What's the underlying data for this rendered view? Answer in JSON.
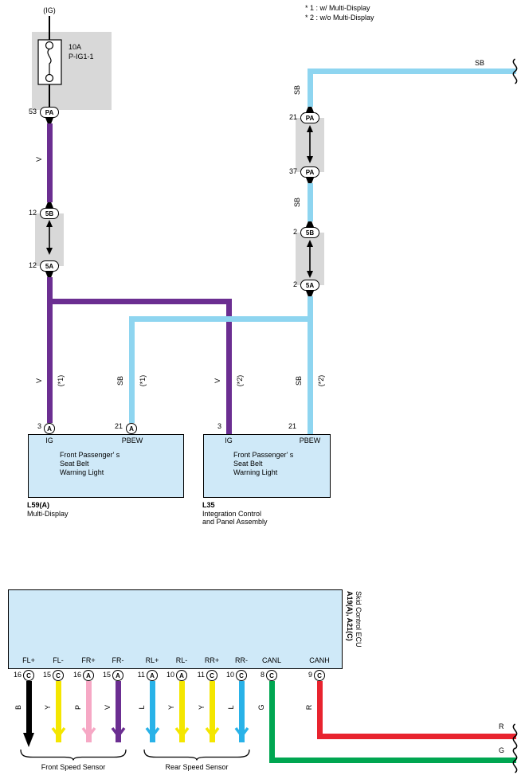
{
  "notes": {
    "note1": "* 1 : w/ Multi-Display",
    "note2": "* 2 : w/o Multi-Display"
  },
  "colors": {
    "purple": "#6b2e91",
    "sky_blue": "#8ed5f0",
    "blue": "#29b2e8",
    "yellow": "#f4e600",
    "pink": "#f6a8c5",
    "green": "#00a651",
    "red": "#e8232e",
    "box_fill": "#cfe9f8",
    "gray_fill": "#d8d8d8"
  },
  "fuse": {
    "source_label": "(IG)",
    "rating": "10A",
    "name": "P-IG1-1",
    "pin": "53",
    "connector": "PA"
  },
  "junctions": {
    "j1": {
      "pin_top": "12",
      "conn_top": "5B",
      "pin_bottom": "12",
      "conn_bottom": "5A"
    },
    "j2": {
      "pin_top": "21",
      "conn_top": "PA",
      "pin_bottom": "37",
      "conn_bottom": "PA"
    },
    "j3": {
      "pin_top": "2",
      "conn_top": "5B",
      "pin_bottom": "2",
      "conn_bottom": "5A"
    }
  },
  "wire_labels": {
    "v": "V",
    "sb": "SB",
    "r": "R",
    "g": "G",
    "ref1": "(*1)",
    "ref2": "(*2)"
  },
  "components": {
    "l59": {
      "code": "L59(A)",
      "name": "Multi-Display",
      "pin_left_num": "3",
      "pin_left_conn": "A",
      "pin_left_label": "IG",
      "pin_right_num": "21",
      "pin_right_conn": "A",
      "pin_right_label": "PBEW",
      "desc1": "Front Passenger' s",
      "desc2": "Seat Belt",
      "desc3": "Warning Light"
    },
    "l35": {
      "code": "L35",
      "name1": "Integration Control",
      "name2": "and Panel Assembly",
      "pin_left_num": "3",
      "pin_left_label": "IG",
      "pin_right_num": "21",
      "pin_right_label": "PBEW",
      "desc1": "Front Passenger' s",
      "desc2": "Seat Belt",
      "desc3": "Warning Light"
    },
    "ecu": {
      "code": "A19(A), A21(C)",
      "name": "Skid Control ECU",
      "pins": [
        {
          "name": "FL+",
          "num": "16",
          "conn": "C",
          "color": "B"
        },
        {
          "name": "FL-",
          "num": "15",
          "conn": "C",
          "color": "Y"
        },
        {
          "name": "FR+",
          "num": "16",
          "conn": "A",
          "color": "P"
        },
        {
          "name": "FR-",
          "num": "15",
          "conn": "A",
          "color": "V"
        },
        {
          "name": "RL+",
          "num": "11",
          "conn": "A",
          "color": "L"
        },
        {
          "name": "RL-",
          "num": "10",
          "conn": "A",
          "color": "Y"
        },
        {
          "name": "RR+",
          "num": "11",
          "conn": "C",
          "color": "Y"
        },
        {
          "name": "RR-",
          "num": "10",
          "conn": "C",
          "color": "L"
        },
        {
          "name": "CANL",
          "num": "8",
          "conn": "C",
          "color": "G"
        },
        {
          "name": "CANH",
          "num": "9",
          "conn": "C",
          "color": "R"
        }
      ]
    }
  },
  "sensors": {
    "front": "Front Speed Sensor",
    "rear": "Rear Speed Sensor"
  }
}
